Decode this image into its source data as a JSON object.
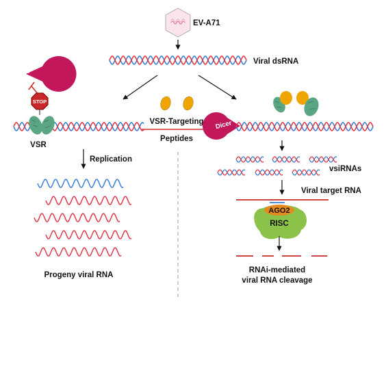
{
  "virus": {
    "label": "EV-A71"
  },
  "labels": {
    "viral_dsrna": "Viral dsRNA",
    "vsr": "VSR",
    "replication": "Replication",
    "progeny": "Progeny viral RNA",
    "peptide_line1": "VSR-Targeting",
    "peptide_line2": "Peptides",
    "vsirnas": "vsiRNAs",
    "viral_target_rna": "Viral target RNA",
    "ago2": "AGO2",
    "risc": "RISC",
    "cleavage_line1": "RNAi-mediated",
    "cleavage_line2": "viral RNA cleavage"
  },
  "dicer": {
    "left": "Dicer",
    "right": "Dicer"
  },
  "stop_sign": "STOP",
  "colors": {
    "strand_blue": "#3a7fd5",
    "strand_red": "#e0384a",
    "dicer": "#c2185b",
    "vsr_protein": "#5aa583",
    "peptide": "#f0a400",
    "risc": "#8bc24a",
    "ago2": "#e58a1f",
    "inhibit_arrow": "#d32f2f"
  },
  "icons": {
    "virus": "hexagon-virus-icon",
    "dicer": "pacman-dicer-icon",
    "stop": "stop-sign-icon",
    "vsr": "protein-blob-icon"
  }
}
